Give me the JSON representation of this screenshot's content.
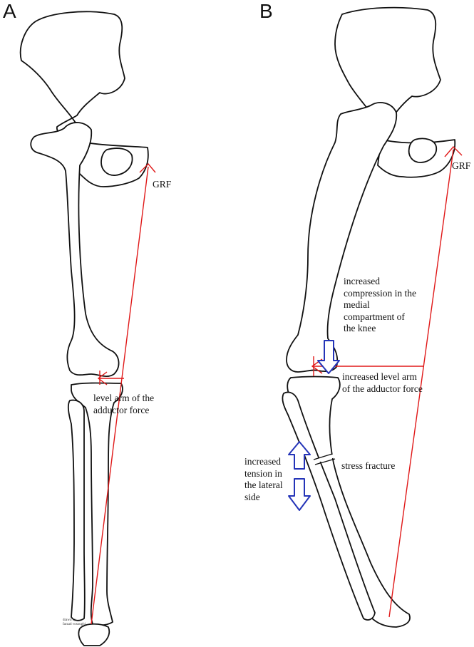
{
  "panels": [
    {
      "letter": "A",
      "labels": {
        "grf": "GRF",
        "lever_arm": "level arm of the\nadductor force",
        "credit": "drawn by\nfarzad vosoughi"
      }
    },
    {
      "letter": "B",
      "labels": {
        "grf": "GRF",
        "compression": "increased\ncompression in the\nmedial\ncompartment of\nthe knee",
        "lever_arm": "increased level arm\nof the adductor force",
        "tension": "increased\ntension in\nthe lateral\nside",
        "fracture": "stress fracture"
      }
    }
  ],
  "colors": {
    "outline": "#111111",
    "force_line": "#e01818",
    "arrow": "#2434b8"
  },
  "icons": {
    "compression_arrow": "down-arrow-icon",
    "tension_arrows": "up-down-arrow-icon"
  }
}
